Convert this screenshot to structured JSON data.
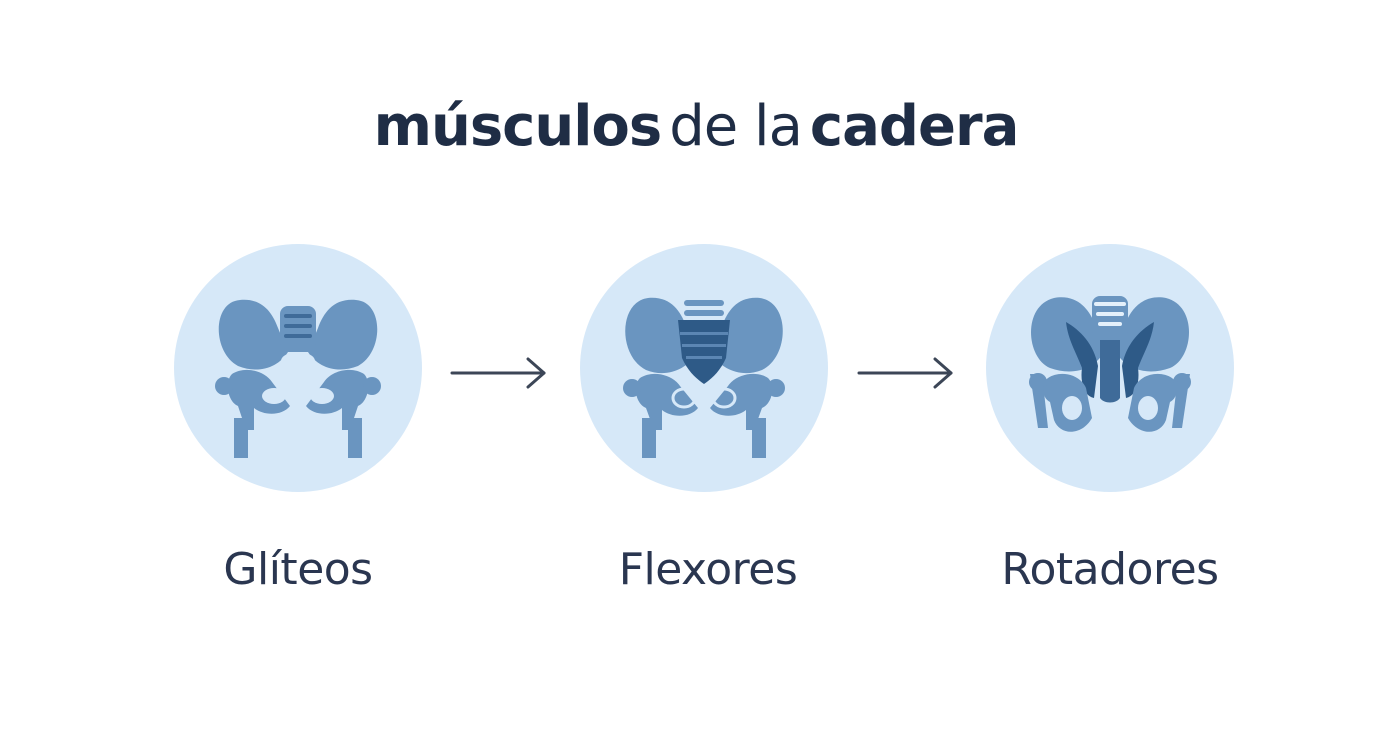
{
  "title": {
    "part1": "músculos",
    "part2": "de la",
    "part3": "cadera"
  },
  "steps": [
    {
      "label": "Glíteos",
      "icon": "pelvis-gluteos-icon"
    },
    {
      "label": "Flexores",
      "icon": "pelvis-flexores-icon"
    },
    {
      "label": "Rotadores",
      "icon": "pelvis-rotadores-icon"
    }
  ],
  "colors": {
    "circle_bg": "#d6e8f8",
    "bone": "#6a95c0",
    "bone_dark": "#3f6b99",
    "arrow": "#3c4657",
    "title": "#1f2d45"
  }
}
